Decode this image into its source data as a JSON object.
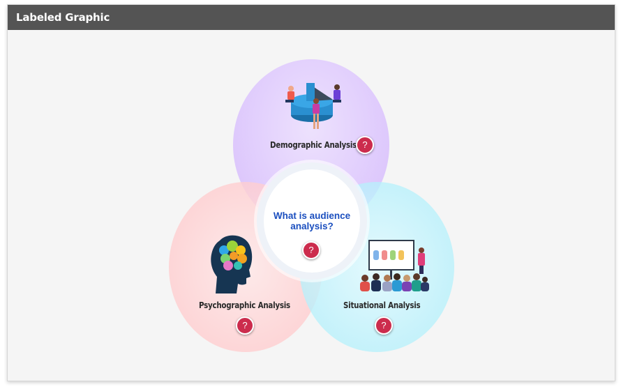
{
  "window": {
    "title": "Labeled Graphic"
  },
  "center": {
    "question": "What is audience analysis?",
    "button": "?"
  },
  "segments": {
    "top": {
      "label": "Demographic Analysis",
      "button": "?",
      "icon": "pie-chart-people-icon"
    },
    "left": {
      "label": "Psychographic Analysis",
      "button": "?",
      "icon": "brain-head-icon"
    },
    "right": {
      "label": "Situational Analysis",
      "button": "?",
      "icon": "presentation-audience-icon"
    }
  },
  "colors": {
    "titlebar": "#545454",
    "top_circle": "#d6baff",
    "left_circle": "#ffcccc",
    "right_circle": "#b2f0fc",
    "button": "#cc2c4d",
    "question_text": "#1b4fbf"
  }
}
